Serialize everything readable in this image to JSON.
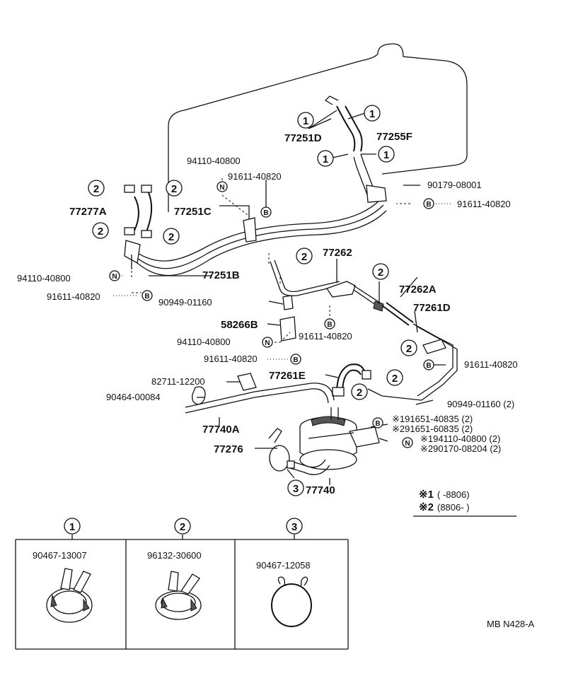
{
  "parts": {
    "p77251D": "77251D",
    "p77255F": "77255F",
    "p94110_40800_top": "94110-40800",
    "p91611_40820_top": "91611-40820",
    "p90179_08001": "90179-08001",
    "p91611_40820_r1": "91611-40820",
    "p77277A": "77277A",
    "p77251C": "77251C",
    "p77251B": "77251B",
    "p94110_40800_left": "94110-40800",
    "p91611_40820_left": "91611-40820",
    "p77262": "77262",
    "p77262A": "77262A",
    "p77261D": "77261D",
    "p90949_01160_mid": "90949-01160",
    "p58266B": "58266B",
    "p91611_40820_mid": "91611-40820",
    "p94110_40800_mid": "94110-40800",
    "p91611_40820_mid2": "91611-40820",
    "p91611_40820_r2": "91611-40820",
    "p77261E": "77261E",
    "p82711_12200": "82711-12200",
    "p90464_00084": "90464-00084",
    "p90949_01160_2": "90949-01160 (2)",
    "p77740A": "77740A",
    "p191651_40835": "※191651-40835 (2)",
    "p291651_60835": "※291651-60835 (2)",
    "p194110_40800": "※194110-40800 (2)",
    "p290170_08204": "※290170-08204 (2)",
    "p77276": "77276",
    "p77740": "77740"
  },
  "callouts": {
    "one": "1",
    "two": "2",
    "three": "3"
  },
  "letters": {
    "N": "N",
    "B": "B"
  },
  "legend": {
    "row1_mark": "※1",
    "row1_range": "(          -8806)",
    "row2_mark": "※2",
    "row2_range": "(8806-          )"
  },
  "clamps": [
    {
      "callout": "1",
      "part": "90467-13007"
    },
    {
      "callout": "2",
      "part": "96132-30600"
    },
    {
      "callout": "3",
      "part": "90467-12058"
    }
  ],
  "footer_code": "MB N428-A"
}
